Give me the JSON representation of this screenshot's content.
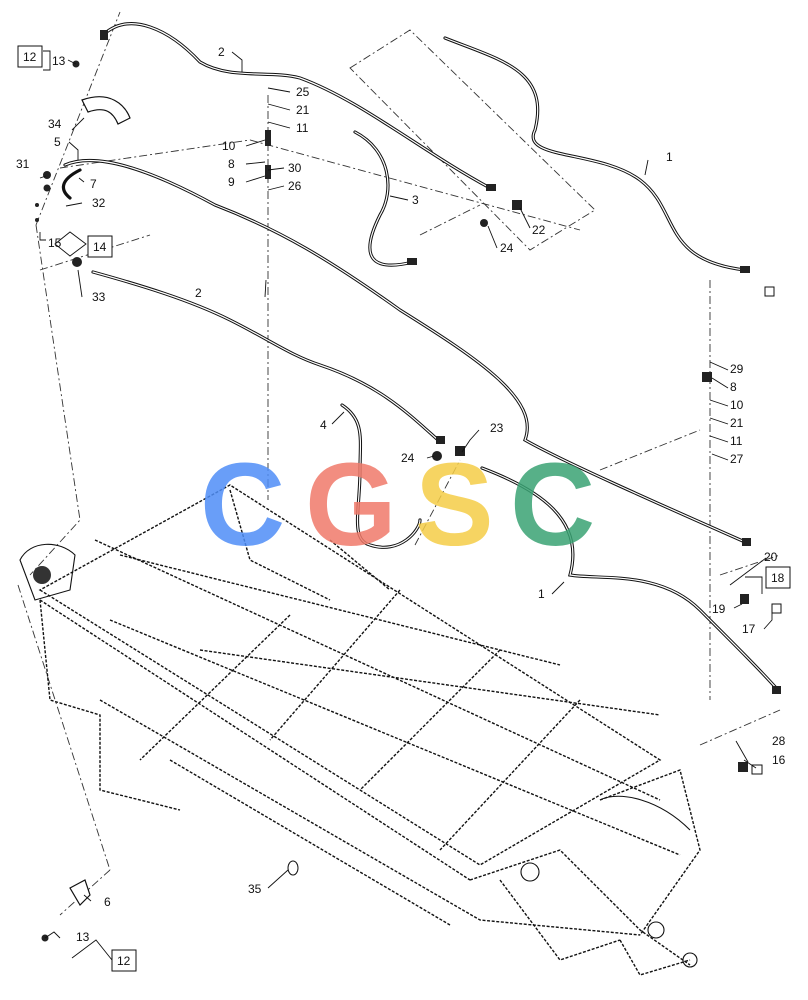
{
  "callouts": [
    {
      "id": "c1a",
      "text": "1"
    },
    {
      "id": "c1b",
      "text": "1"
    },
    {
      "id": "c2a",
      "text": "2"
    },
    {
      "id": "c2b",
      "text": "2"
    },
    {
      "id": "c3",
      "text": "3"
    },
    {
      "id": "c4",
      "text": "4"
    },
    {
      "id": "c5",
      "text": "5"
    },
    {
      "id": "c6",
      "text": "6"
    },
    {
      "id": "c7",
      "text": "7"
    },
    {
      "id": "c8a",
      "text": "8"
    },
    {
      "id": "c8b",
      "text": "8"
    },
    {
      "id": "c9",
      "text": "9"
    },
    {
      "id": "c10a",
      "text": "10"
    },
    {
      "id": "c10b",
      "text": "10"
    },
    {
      "id": "c11a",
      "text": "11"
    },
    {
      "id": "c11b",
      "text": "11"
    },
    {
      "id": "c13a",
      "text": "13"
    },
    {
      "id": "c13b",
      "text": "13"
    },
    {
      "id": "c15",
      "text": "15"
    },
    {
      "id": "c16",
      "text": "16"
    },
    {
      "id": "c17",
      "text": "17"
    },
    {
      "id": "c19",
      "text": "19"
    },
    {
      "id": "c20",
      "text": "20"
    },
    {
      "id": "c21a",
      "text": "21"
    },
    {
      "id": "c21b",
      "text": "21"
    },
    {
      "id": "c22",
      "text": "22"
    },
    {
      "id": "c23",
      "text": "23"
    },
    {
      "id": "c24a",
      "text": "24"
    },
    {
      "id": "c24b",
      "text": "24"
    },
    {
      "id": "c25",
      "text": "25"
    },
    {
      "id": "c26",
      "text": "26"
    },
    {
      "id": "c27",
      "text": "27"
    },
    {
      "id": "c28",
      "text": "28"
    },
    {
      "id": "c29",
      "text": "29"
    },
    {
      "id": "c30",
      "text": "30"
    },
    {
      "id": "c31",
      "text": "31"
    },
    {
      "id": "c32",
      "text": "32"
    },
    {
      "id": "c33",
      "text": "33"
    },
    {
      "id": "c34",
      "text": "34"
    },
    {
      "id": "c35",
      "text": "35"
    }
  ],
  "boxed_refs": [
    {
      "id": "b12a",
      "text": "12"
    },
    {
      "id": "b12b",
      "text": "12"
    },
    {
      "id": "b14",
      "text": "14"
    },
    {
      "id": "b18",
      "text": "18"
    }
  ],
  "watermark": {
    "letters": [
      "C",
      "G",
      "S",
      "C"
    ],
    "colors": [
      "#4f8ef7",
      "#f07a6a",
      "#f5cd47",
      "#3aa374"
    ]
  }
}
